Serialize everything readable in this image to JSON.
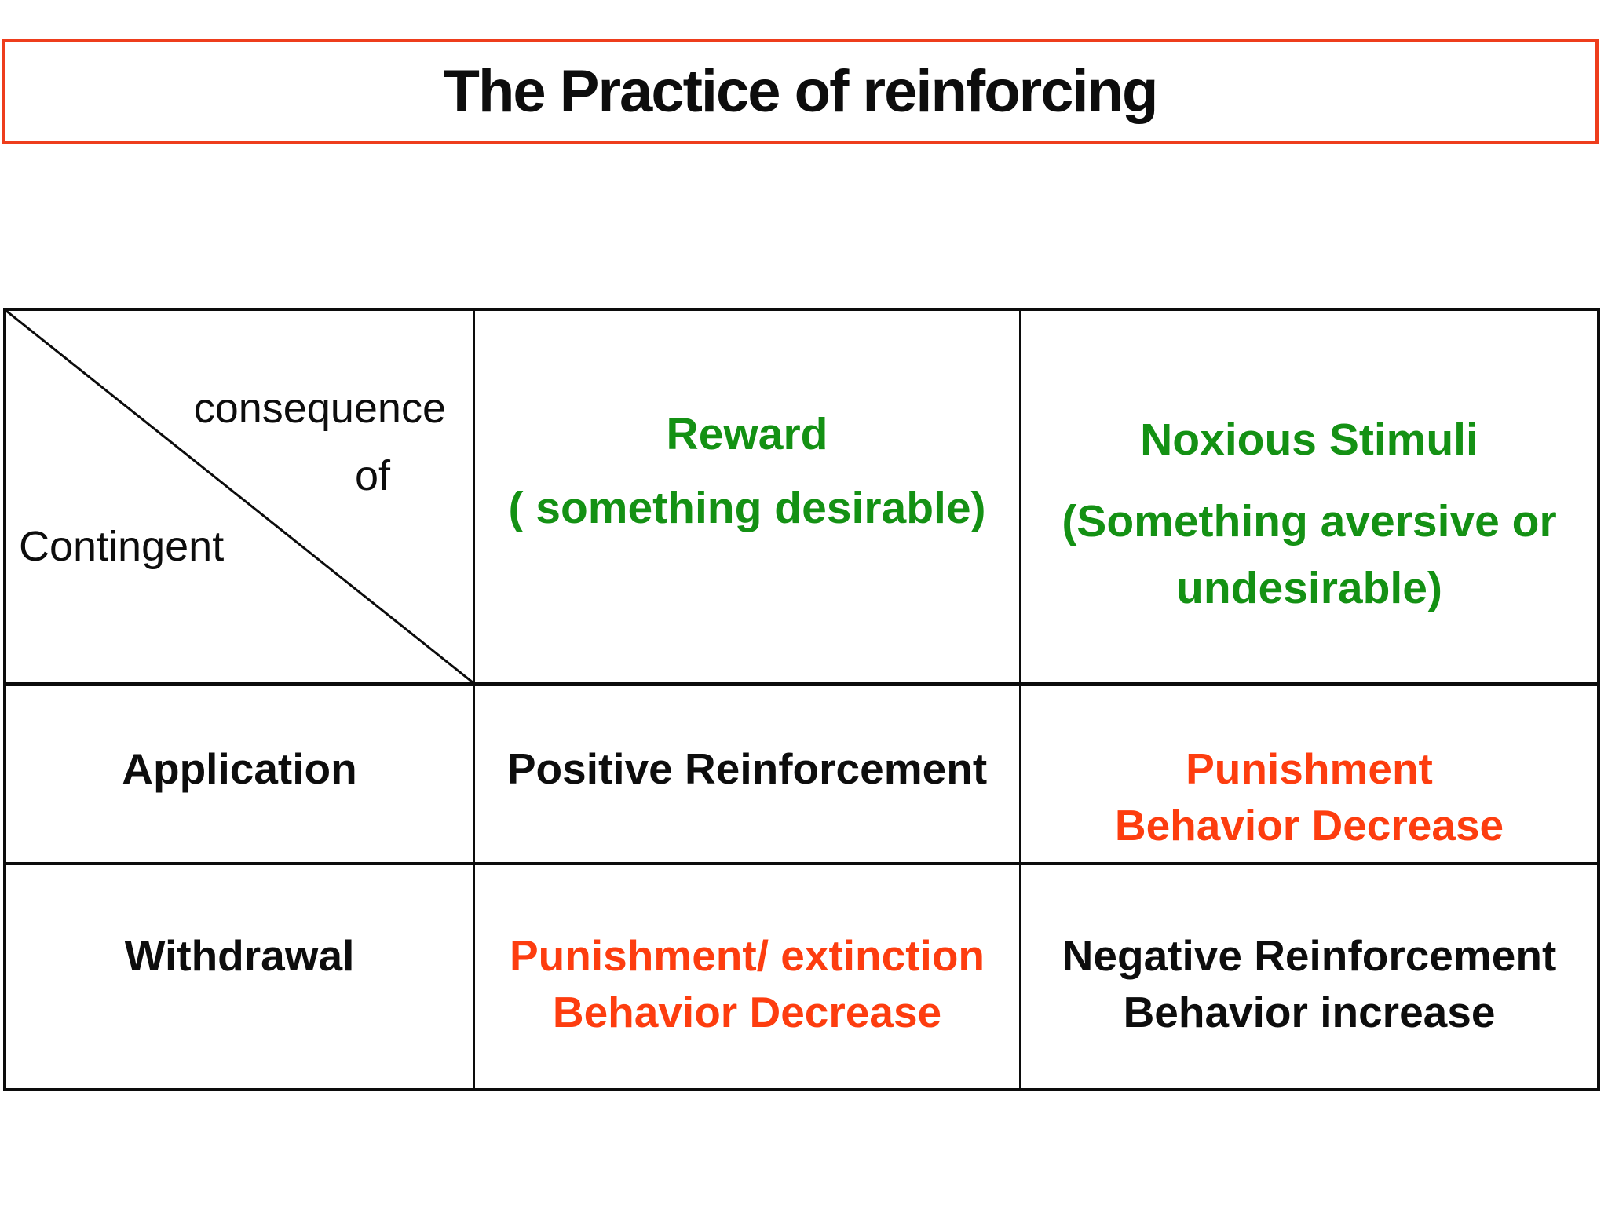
{
  "title": "The Practice of reinforcing",
  "colors": {
    "accent_border": "#ee3d1c",
    "green_text": "#149114",
    "orange_text": "#fd3d0f",
    "black_text": "#0d0d0d",
    "table_border": "#0c0c0c"
  },
  "table": {
    "corner_cell": {
      "consequence": "consequence",
      "of": "of",
      "contingent": "Contingent"
    },
    "column_headers": [
      {
        "lines": [
          "Reward",
          "( something desirable)"
        ]
      },
      {
        "lines": [
          "Noxious Stimuli",
          "(Something aversive or",
          "undesirable)"
        ]
      }
    ],
    "rows": [
      {
        "row_header": "Application",
        "cells": [
          {
            "lines": [
              "Positive Reinforcement"
            ],
            "emphasis": "black"
          },
          {
            "lines": [
              "Punishment",
              "Behavior Decrease"
            ],
            "emphasis": "orange"
          }
        ]
      },
      {
        "row_header": "Withdrawal",
        "cells": [
          {
            "lines": [
              "Punishment/ extinction",
              "Behavior Decrease"
            ],
            "emphasis": "orange"
          },
          {
            "lines": [
              "Negative Reinforcement",
              "Behavior increase"
            ],
            "emphasis": "black"
          }
        ]
      }
    ]
  }
}
